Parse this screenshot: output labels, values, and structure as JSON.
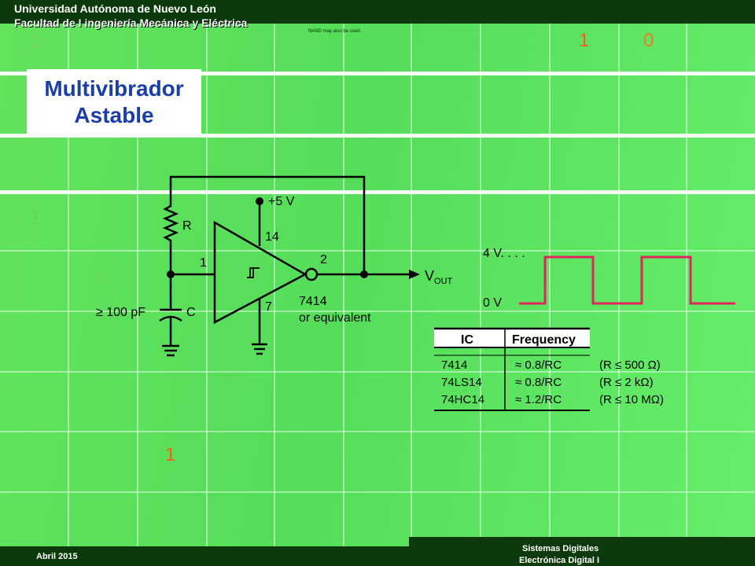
{
  "header": {
    "line1": "Universidad Autónoma de Nuevo León",
    "line2": "Facultad de I ingeniería Mecánica y Eléctrica",
    "faint_caption": "NAND may also be used."
  },
  "bg_digits": [
    "1",
    "1",
    "0",
    "1",
    "0",
    "1"
  ],
  "title": {
    "line1": "Multivibrador",
    "line2": "Astable"
  },
  "circuit": {
    "supply": "+5 V",
    "resistor": "R",
    "capacitor": "C",
    "cap_value": "≥ 100 pF",
    "pin14": "14",
    "pin1": "1",
    "pin2": "2",
    "pin7": "7",
    "ic_name": "7414",
    "ic_note": "or equivalent",
    "vout_main": "V",
    "vout_sub": "OUT"
  },
  "waveform": {
    "high_label": "4 V. . . .",
    "low_label": "0 V"
  },
  "table": {
    "headers": [
      "IC",
      "Frequency"
    ],
    "rows": [
      {
        "ic": "7414",
        "freq": "≈ 0.8/RC",
        "cond": "(R ≤ 500 Ω)"
      },
      {
        "ic": "74LS14",
        "freq": "≈ 0.8/RC",
        "cond": "(R ≤ 2 kΩ)"
      },
      {
        "ic": "74HC14",
        "freq": "≈ 1.2/RC",
        "cond": "(R ≤ 10 MΩ)"
      }
    ]
  },
  "footer": {
    "date": "Abril 2015",
    "course1": "Sistemas Digitales",
    "course2": "Electrónica Digital I"
  },
  "colors": {
    "title_text": "#1a3ea8",
    "waveform": "#e0245e",
    "digits": "#ff5a1e",
    "dark_band": "#0c3a0c"
  }
}
